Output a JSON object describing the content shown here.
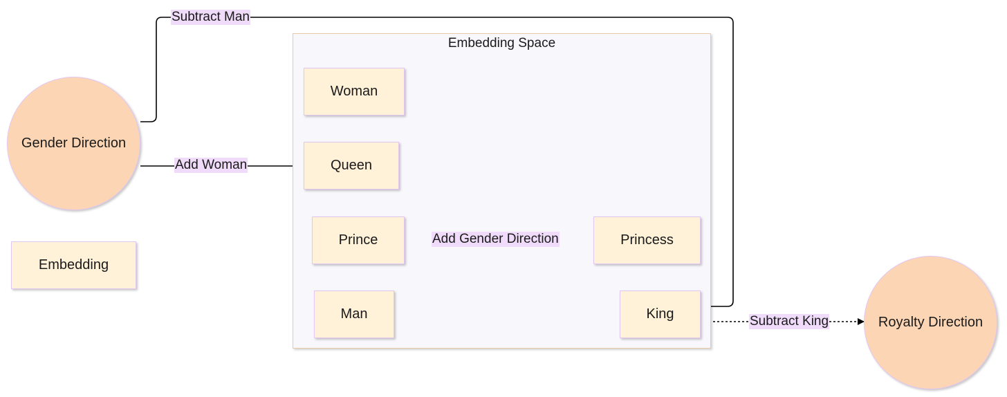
{
  "container": {
    "title": "Embedding Space"
  },
  "nodes": {
    "woman": "Woman",
    "queen": "Queen",
    "prince": "Prince",
    "princess": "Princess",
    "man": "Man",
    "king": "King",
    "embedding": "Embedding",
    "gender_direction": "Gender Direction",
    "royalty_direction": "Royalty Direction"
  },
  "edges": {
    "subtract_man": "Subtract Man",
    "add_woman": "Add Woman",
    "add_gender_direction": "Add Gender Direction",
    "subtract_king": "Subtract King"
  },
  "colors": {
    "box_fill": "#fff2d9",
    "circle_fill": "#fcd6b4",
    "label_fill": "#f0dcfa",
    "container_fill": "#f7f7fc"
  }
}
